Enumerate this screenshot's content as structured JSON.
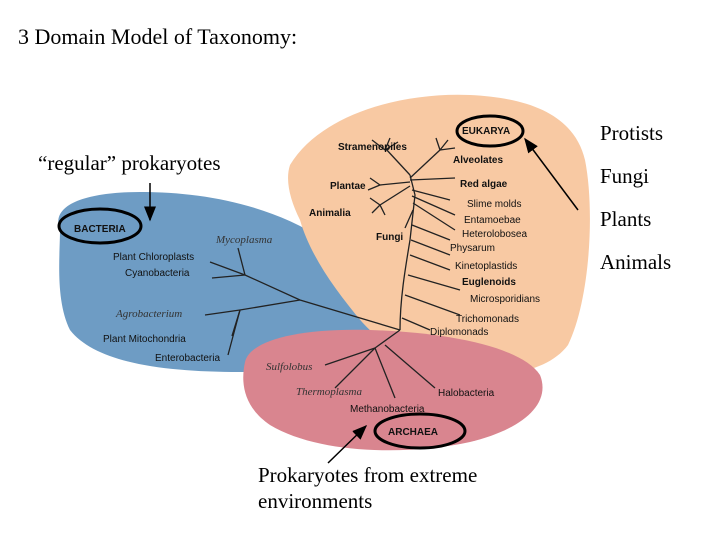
{
  "title": "3 Domain Model of Taxonomy:",
  "notes": {
    "regular_prokaryotes": "“regular” prokaryotes",
    "extreme_line1": "Prokaryotes from extreme",
    "extreme_line2": "environments"
  },
  "kingdoms": [
    "Protists",
    "Fungi",
    "Plants",
    "Animals"
  ],
  "domains": {
    "bacteria": "BACTERIA",
    "eukarya": "EUKARYA",
    "archaea": "ARCHAEA"
  },
  "bacteria_labels": {
    "mycoplasma": "Mycoplasma",
    "chloroplasts": "Plant Chloroplasts",
    "cyanobacteria": "Cyanobacteria",
    "agrobacterium": "Agrobacterium",
    "mitochondria": "Plant Mitochondria",
    "enterobacteria": "Enterobacteria"
  },
  "eukarya_labels": {
    "stramenopiles": "Stramenopiles",
    "alveolates": "Alveolates",
    "plantae": "Plantae",
    "red_algae": "Red algae",
    "slime_molds": "Slime molds",
    "animalia": "Animalia",
    "entamoebae": "Entamoebae",
    "heterolobosea": "Heterolobosea",
    "fungi": "Fungi",
    "physarum": "Physarum",
    "kinetoplastids": "Kinetoplastids",
    "euglenoids": "Euglenoids",
    "microsporidians": "Microsporidians",
    "trichomonads": "Trichomonads",
    "diplomonads": "Diplomonads"
  },
  "archaea_labels": {
    "sulfolobus": "Sulfolobus",
    "thermoplasma": "Thermoplasma",
    "halobacteria": "Halobacteria",
    "methanobacteria": "Methanobacteria"
  },
  "colors": {
    "bacteria_region": "#6e9cc4",
    "eukarya_region": "#f8c9a3",
    "archaea_region": "#d9858f"
  }
}
